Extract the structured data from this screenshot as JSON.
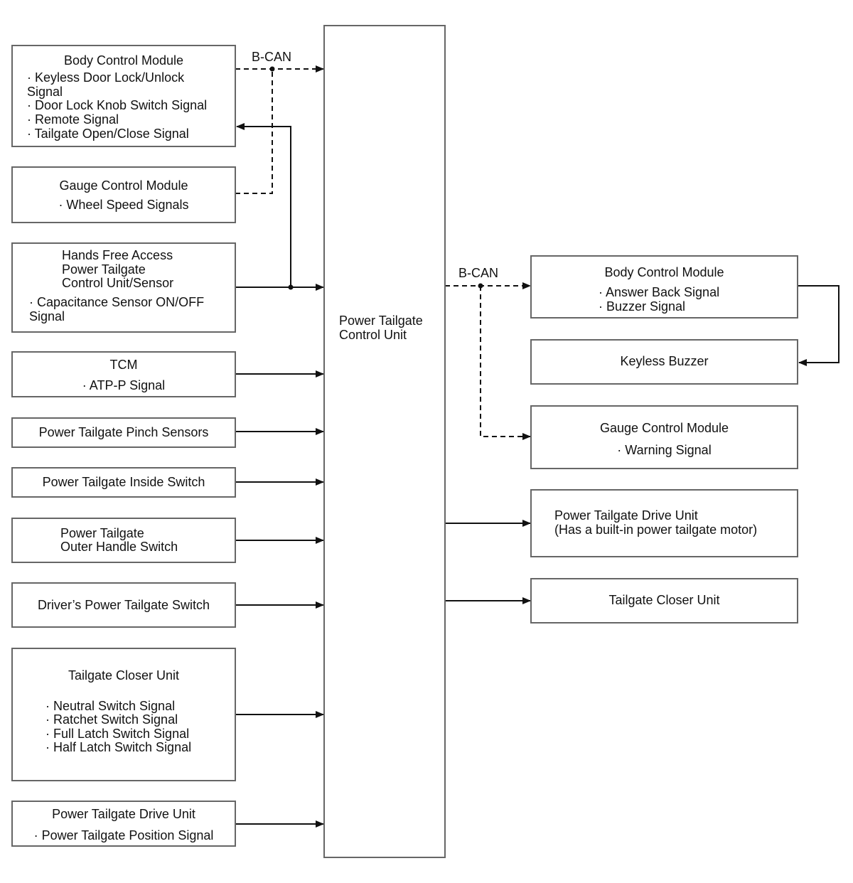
{
  "bus_left": "B-CAN",
  "bus_right": "B-CAN",
  "center": {
    "line1": "Power Tailgate",
    "line2": "Control Unit"
  },
  "left": {
    "bcm": {
      "title": "Body Control Module",
      "l1": "· Keyless Door Lock/Unlock",
      "l2": "Signal",
      "l3": "· Door Lock Knob Switch Signal",
      "l4": "· Remote Signal",
      "l5": "· Tailgate Open/Close Signal"
    },
    "gauge": {
      "title": "Gauge Control Module",
      "l1": "· Wheel Speed Signals"
    },
    "hands_free": {
      "t1": "Hands Free Access",
      "t2": "Power Tailgate",
      "t3": "Control Unit/Sensor",
      "l1": "· Capacitance Sensor ON/OFF",
      "l2": "Signal"
    },
    "tcm": {
      "title": "TCM",
      "l1": "· ATP-P Signal"
    },
    "pinch": {
      "title": "Power Tailgate Pinch Sensors"
    },
    "inside": {
      "title": "Power Tailgate Inside Switch"
    },
    "outer": {
      "t1": "Power Tailgate",
      "t2": "Outer Handle Switch"
    },
    "driver": {
      "title": "Driver’s Power Tailgate Switch"
    },
    "closer": {
      "title": "Tailgate Closer Unit",
      "l1": "· Neutral Switch Signal",
      "l2": "· Ratchet Switch Signal",
      "l3": "· Full Latch Switch Signal",
      "l4": "· Half Latch Switch Signal"
    },
    "drive": {
      "title": "Power Tailgate Drive Unit",
      "l1": "· Power Tailgate Position Signal"
    }
  },
  "right": {
    "bcm": {
      "title": "Body Control Module",
      "l1": "· Answer Back Signal",
      "l2": "· Buzzer Signal"
    },
    "buzzer": {
      "title": "Keyless Buzzer"
    },
    "gauge": {
      "title": "Gauge Control Module",
      "l1": "· Warning Signal"
    },
    "drive": {
      "t1": "Power Tailgate Drive Unit",
      "t2": "(Has a built-in power tailgate motor)"
    },
    "closer": {
      "title": "Tailgate Closer Unit"
    }
  }
}
